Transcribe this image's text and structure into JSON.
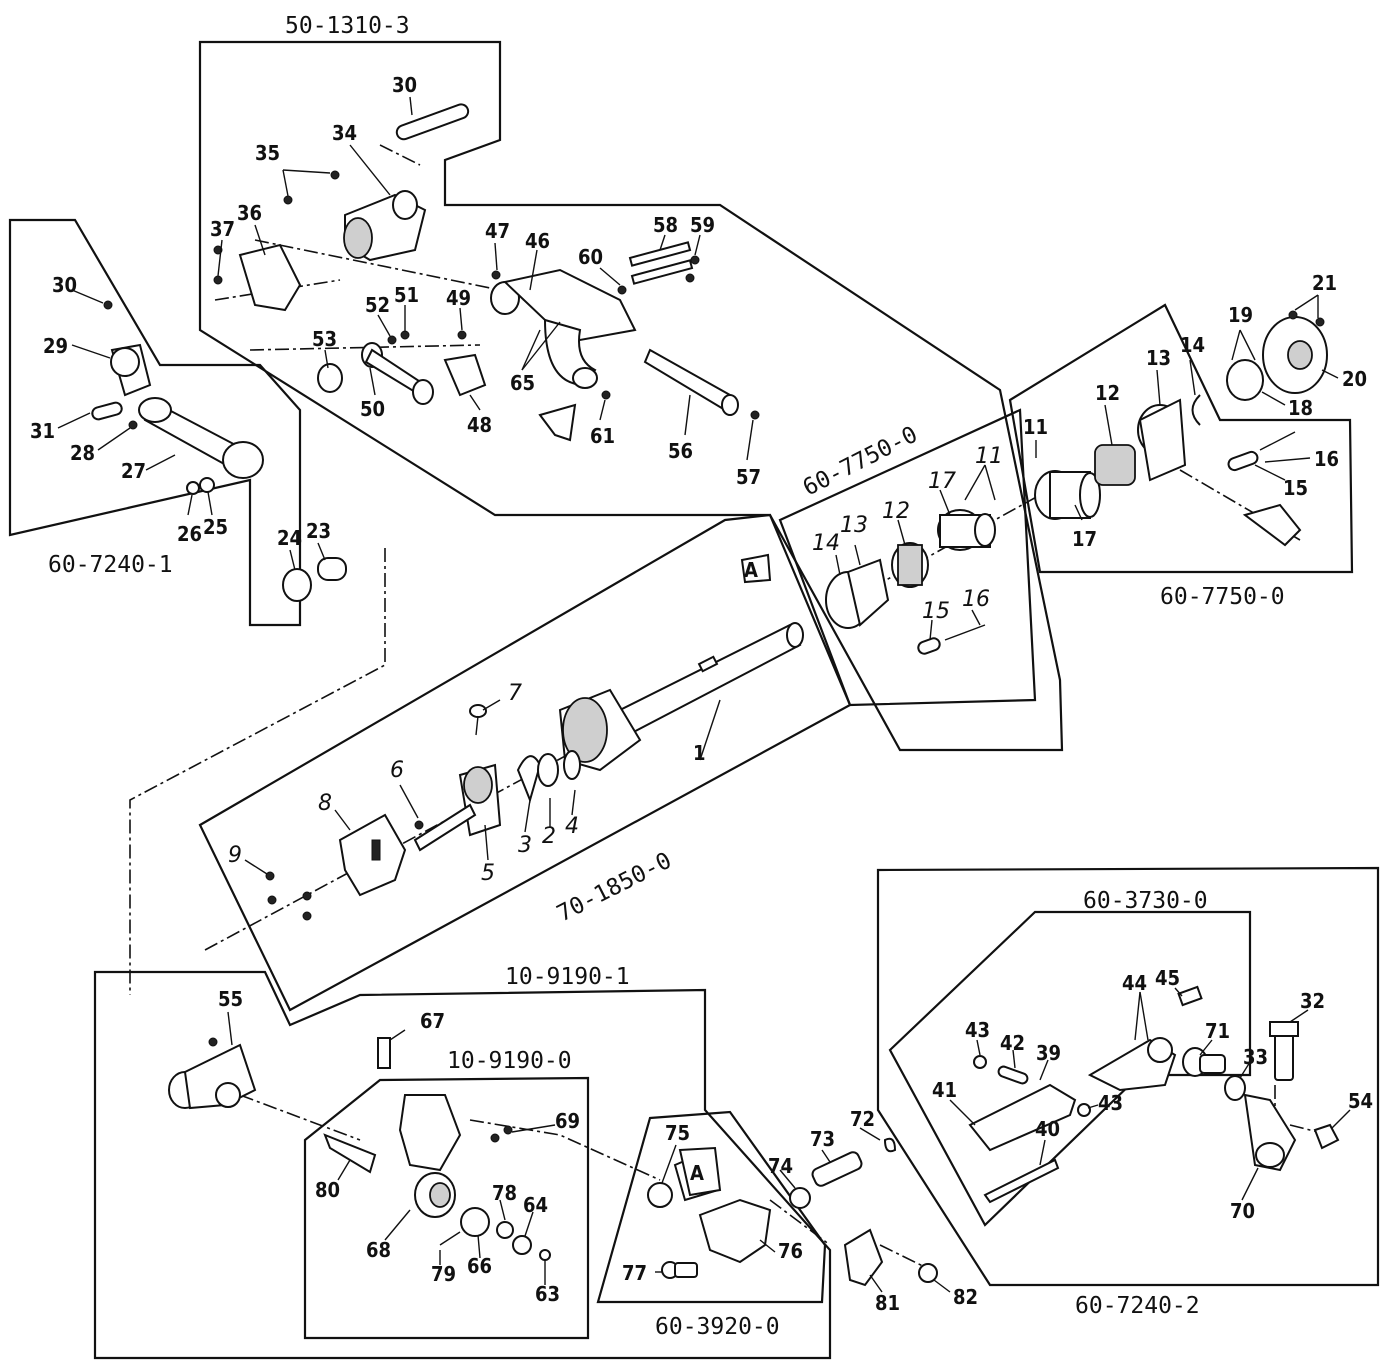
{
  "assemblies": {
    "a_50_1310_3": "50-1310-3",
    "a_60_7240_1": "60-7240-1",
    "a_60_7750_0_left": "60-7750-0",
    "a_60_7750_0_right": "60-7750-0",
    "a_70_1850_0": "70-1850-0",
    "a_10_9190_1": "10-9190-1",
    "a_10_9190_0": "10-9190-0",
    "a_60_3920_0": "60-3920-0",
    "a_60_3730_0": "60-3730-0",
    "a_60_7240_2": "60-7240-2"
  },
  "parts": {
    "p1": "1",
    "p2": "2",
    "p3": "3",
    "p4": "4",
    "p5": "5",
    "p6": "6",
    "p7": "7",
    "p8": "8",
    "p9": "9",
    "p11a": "11",
    "p11b": "11",
    "p12a": "12",
    "p12b": "12",
    "p13a": "13",
    "p13b": "13",
    "p14a": "14",
    "p14b": "14",
    "p15a": "15",
    "p15b": "15",
    "p16a": "16",
    "p16b": "16",
    "p17a": "17",
    "p17b": "17",
    "p18": "18",
    "p19": "19",
    "p20": "20",
    "p21": "21",
    "p23": "23",
    "p24": "24",
    "p25": "25",
    "p26": "26",
    "p27": "27",
    "p28": "28",
    "p29": "29",
    "p30a": "30",
    "p30b": "30",
    "p31": "31",
    "p32": "32",
    "p33": "33",
    "p34": "34",
    "p35": "35",
    "p36": "36",
    "p37": "37",
    "p39": "39",
    "p40": "40",
    "p41": "41",
    "p42": "42",
    "p43a": "43",
    "p43b": "43",
    "p44": "44",
    "p45": "45",
    "p46": "46",
    "p47": "47",
    "p48": "48",
    "p49": "49",
    "p50": "50",
    "p51": "51",
    "p52": "52",
    "p53": "53",
    "p54": "54",
    "p55": "55",
    "p56": "56",
    "p57": "57",
    "p58": "58",
    "p59": "59",
    "p60": "60",
    "p61": "61",
    "p63": "63",
    "p64": "64",
    "p65": "65",
    "p66": "66",
    "p67": "67",
    "p68": "68",
    "p69": "69",
    "p70": "70",
    "p71": "71",
    "p72": "72",
    "p73": "73",
    "p74": "74",
    "p75": "75",
    "p76": "76",
    "p77": "77",
    "p78": "78",
    "p79": "79",
    "p80": "80",
    "p81": "81",
    "p82": "82"
  },
  "markers": {
    "a1": "A",
    "a2": "A"
  }
}
